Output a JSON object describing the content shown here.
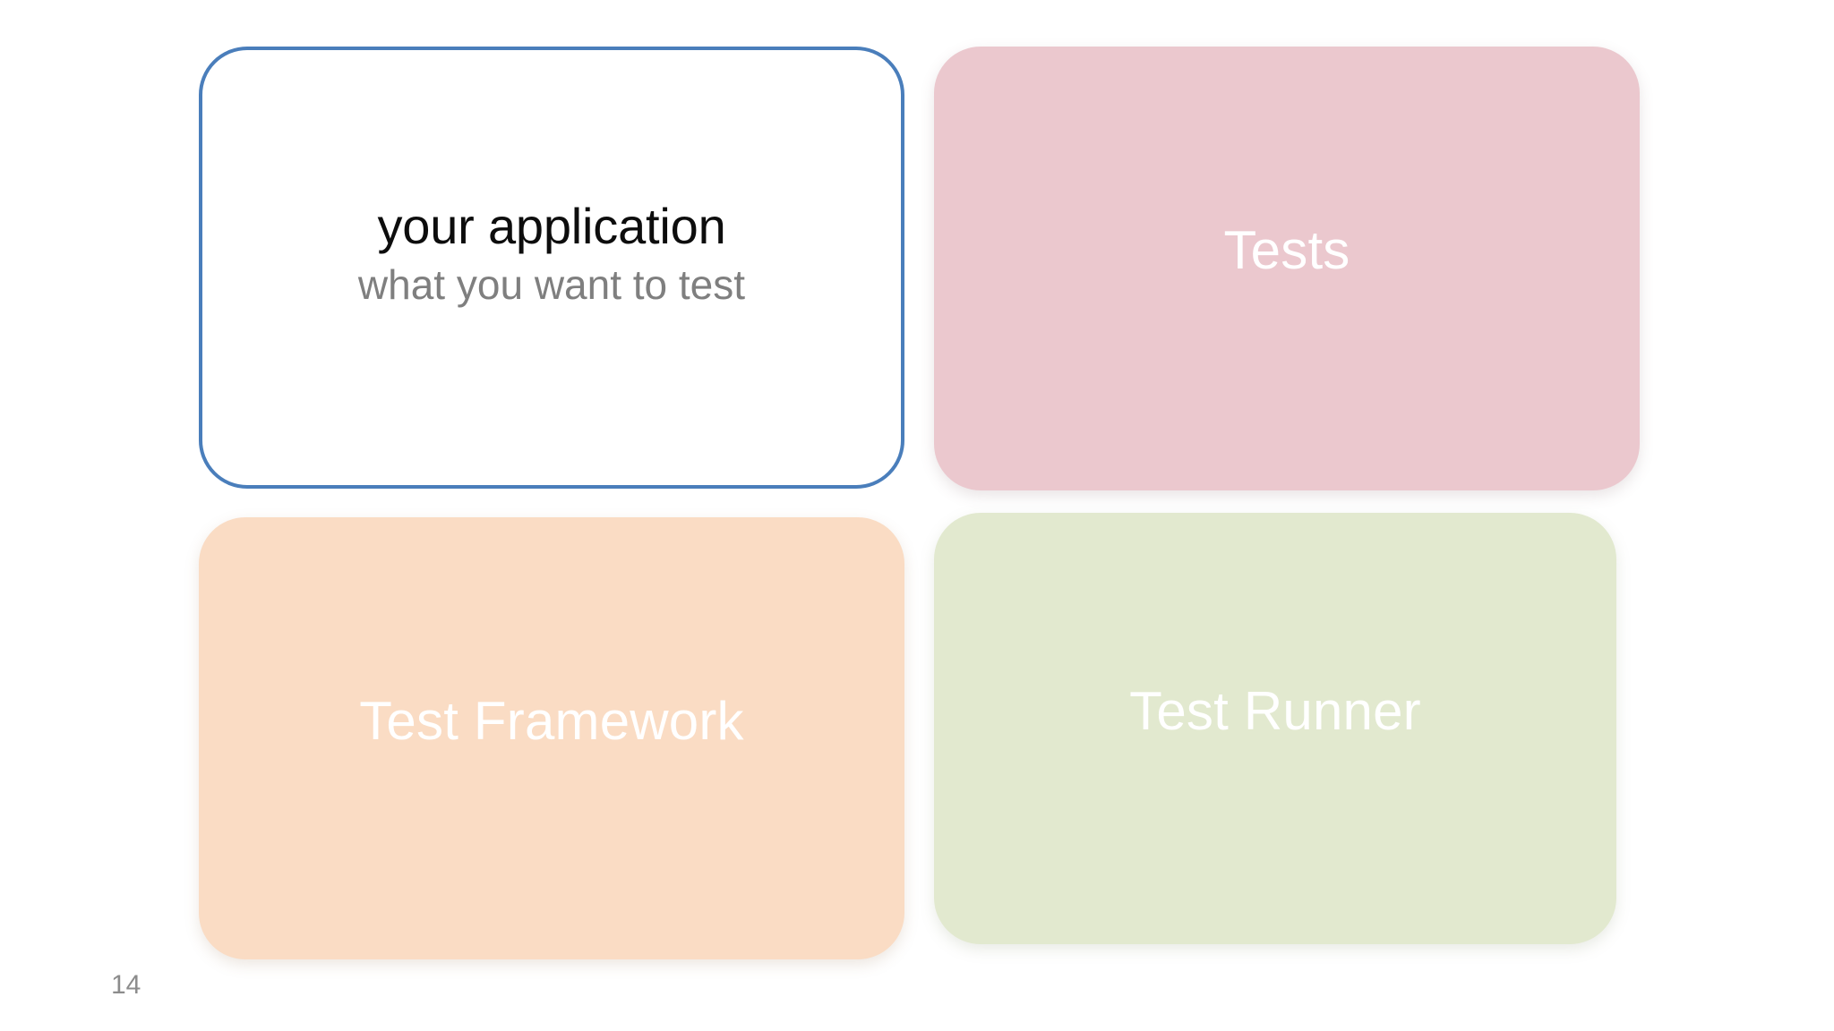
{
  "slide": {
    "page_number": "14",
    "background_color": "#ffffff"
  },
  "cards": [
    {
      "id": "application",
      "title": "your application",
      "subtitle": "what you want to test",
      "fill_color": "#ffffff",
      "border_color": "#4a7ebb",
      "title_color": "#0d0d0d",
      "subtitle_color": "#7f7f7f"
    },
    {
      "id": "tests",
      "title": "Tests",
      "fill_color": "#ebc8ce",
      "title_color": "#ffffff"
    },
    {
      "id": "framework",
      "title": "Test Framework",
      "fill_color": "#fadcc4",
      "title_color": "#ffffff"
    },
    {
      "id": "runner",
      "title": "Test Runner",
      "fill_color": "#e2e9cf",
      "title_color": "#ffffff"
    }
  ]
}
